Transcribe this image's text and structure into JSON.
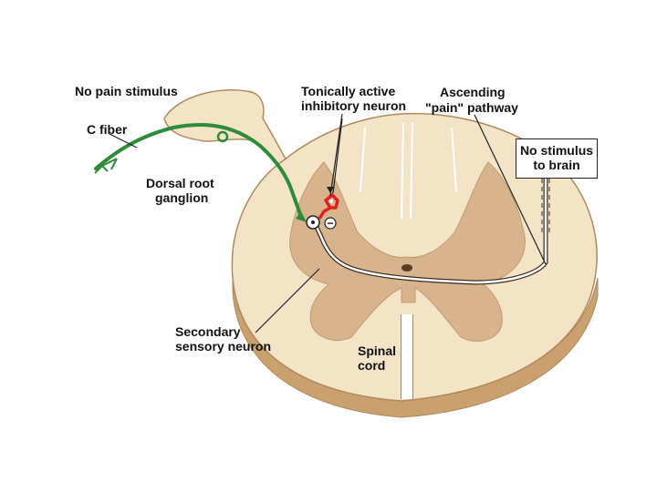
{
  "labels": {
    "no_pain_stimulus": "No pain stimulus",
    "c_fiber": "C fiber",
    "dorsal_root": "Dorsal root",
    "ganglion": "ganglion",
    "tonically_active": "Tonically active",
    "inhibitory_neuron": "inhibitory neuron",
    "ascending": "Ascending",
    "pain_pathway": "\"pain\" pathway",
    "no_stimulus": "No stimulus",
    "to_brain": "to brain",
    "secondary": "Secondary",
    "sensory_neuron": "sensory neuron",
    "spinal": "Spinal",
    "cord": "cord",
    "inhibition_symbol": "−"
  },
  "colors": {
    "c_fiber": "#2e8b3a",
    "inhibitory_neuron": "#e02020",
    "white_matter": "#f3e4c8",
    "gray_matter": "#d7b48e",
    "outline": "#b08a5e",
    "pathway": "#ffffff"
  }
}
